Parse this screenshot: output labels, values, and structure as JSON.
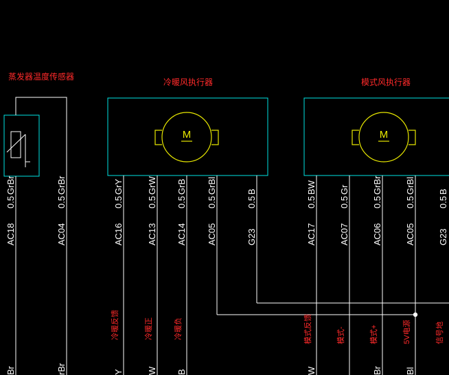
{
  "colors": {
    "background": "#000000",
    "wire": "#ffffff",
    "component_box": "#00e5e5",
    "symbol": "#e8e800",
    "title_text": "#ff2a2a",
    "signal_text": "#ff2a2a"
  },
  "components": {
    "sensor": {
      "title": "蒸发器温度传感器",
      "icon": "thermistor-icon"
    },
    "motor1": {
      "title": "冷暖风执行器",
      "symbol": "M",
      "icon": "motor-icon"
    },
    "motor2": {
      "title": "模式风执行器",
      "symbol": "M",
      "icon": "motor-icon"
    }
  },
  "wires": [
    {
      "pin": "AC18",
      "size": "0.5",
      "color": "GrBr",
      "bottom_color": "Br",
      "signal": ""
    },
    {
      "pin": "AC04",
      "size": "0.5",
      "color": "GrBr",
      "bottom_color": "rBr",
      "signal": ""
    },
    {
      "pin": "AC16",
      "size": "0.5",
      "color": "GrY",
      "bottom_color": "Y",
      "signal": "冷暖反馈"
    },
    {
      "pin": "AC13",
      "size": "0.5",
      "color": "GrW",
      "bottom_color": "W",
      "signal": "冷暖正"
    },
    {
      "pin": "AC14",
      "size": "0.5",
      "color": "GrB",
      "bottom_color": "B",
      "signal": "冷暖负"
    },
    {
      "pin": "AC05",
      "size": "0.5",
      "color": "GrBl",
      "bottom_color": "",
      "signal": ""
    },
    {
      "pin": "G23",
      "size": "0.5",
      "color": "B",
      "bottom_color": "",
      "signal": ""
    },
    {
      "pin": "AC17",
      "size": "0.5",
      "color": "BW",
      "bottom_color": "W",
      "signal": "模式反馈"
    },
    {
      "pin": "AC07",
      "size": "0.5",
      "color": "Gr",
      "bottom_color": "",
      "signal": "模式-"
    },
    {
      "pin": "AC06",
      "size": "0.5",
      "color": "GrBr",
      "bottom_color": "Br",
      "signal": "模式+"
    },
    {
      "pin": "AC05",
      "size": "0.5",
      "color": "GrBl",
      "bottom_color": "Bl",
      "signal": "5V电源"
    },
    {
      "pin": "G23",
      "size": "0.5",
      "color": "B",
      "bottom_color": "",
      "signal": "信号地"
    }
  ]
}
